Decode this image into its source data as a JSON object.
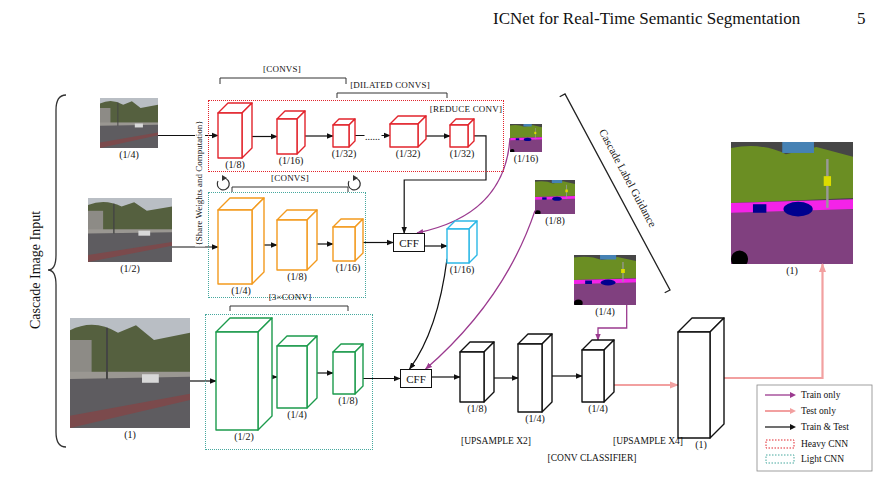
{
  "diagram": {
    "nodes": [
      {
        "text": [
          "(1/4)"
        ]
      },
      {
        "text": [
          "[CONVS]",
          "[DILATED CONVS]",
          "[REDUCE CONV]"
        ]
      },
      {
        "text": [
          "(1/8)"
        ],
        "in": 1
      },
      {
        "text": [
          "(1/16)"
        ],
        "in": 1
      },
      {
        "text": [
          "(1/32)"
        ],
        "in": 1
      },
      {
        "text": [
          "(1/32)"
        ],
        "in": 1
      },
      {
        "text": [
          "(1/32)"
        ],
        "in": 1
      },
      {
        "text": [
          "(1/16)"
        ]
      },
      {
        "text": [
          "(1/2)"
        ]
      },
      {
        "text": [
          "[CONVS]"
        ]
      },
      {
        "text": [
          "(1/4)"
        ],
        "in": 9
      },
      {
        "text": [
          "(1/8)"
        ],
        "in": 9
      },
      {
        "text": [
          "(1/16)"
        ],
        "in": 9
      },
      {
        "text": [
          "CFF"
        ]
      },
      {
        "text": [
          "(1/16)"
        ]
      },
      {
        "text": [
          "(1/8)"
        ]
      },
      {
        "text": [
          "(1/4)"
        ]
      },
      {
        "text": [
          "(1)"
        ]
      },
      {
        "text": [
          "(1)"
        ]
      },
      {
        "text": [
          "[3×CONV]"
        ]
      },
      {
        "text": [
          "(1/2)"
        ],
        "in": 19
      },
      {
        "text": [
          "(1/4)"
        ],
        "in": 19
      },
      {
        "text": [
          "(1/8)"
        ],
        "in": 19
      },
      {
        "text": [
          "CFF"
        ]
      },
      {
        "text": [
          "(1/8)"
        ]
      },
      {
        "text": [
          "(1/4)"
        ]
      },
      {
        "text": [
          "(1/4)"
        ]
      },
      {
        "text": [
          "(1)"
        ]
      }
    ],
    "edges": [
      {
        "from": 0,
        "to": 2,
        "arrow": "to"
      },
      {
        "from": 2,
        "to": 3,
        "arrow": "to"
      },
      {
        "from": 3,
        "to": 4,
        "arrow": "to"
      },
      {
        "from": 4,
        "to": 5,
        "label": "......",
        "arrow": "to"
      },
      {
        "from": 5,
        "to": 6,
        "arrow": "to"
      },
      {
        "from": 6,
        "to": 13,
        "arrow": "to"
      },
      {
        "from": 7,
        "to": 13,
        "arrow": "to"
      },
      {
        "from": 8,
        "to": 10,
        "arrow": "to"
      },
      {
        "from": 10,
        "to": 11,
        "arrow": "to"
      },
      {
        "from": 11,
        "to": 12,
        "arrow": "to"
      },
      {
        "from": 12,
        "to": 13,
        "arrow": "to"
      },
      {
        "from": 13,
        "to": 14,
        "arrow": "to"
      },
      {
        "from": 14,
        "to": 23,
        "arrow": "to"
      },
      {
        "from": 15,
        "to": 23,
        "arrow": "to"
      },
      {
        "from": 18,
        "to": 20,
        "arrow": "to"
      },
      {
        "from": 20,
        "to": 21,
        "arrow": "to"
      },
      {
        "from": 21,
        "to": 22,
        "arrow": "to"
      },
      {
        "from": 22,
        "to": 23,
        "arrow": "to"
      },
      {
        "from": 23,
        "to": 24,
        "arrow": "to"
      },
      {
        "from": 24,
        "to": 25,
        "arrow": "to"
      },
      {
        "from": 25,
        "to": 26,
        "arrow": "to"
      },
      {
        "from": 16,
        "to": 26,
        "arrow": "to"
      },
      {
        "from": 26,
        "to": 27,
        "arrow": "to"
      },
      {
        "from": 27,
        "to": 17,
        "arrow": "to"
      }
    ],
    "labels": [
      "ICNet for Real-Time Semantic Segmentation",
      "5",
      "Cascade Image Input",
      "{Share Weights and Computation}",
      "Cascade Label Guidance",
      "[UPSAMPLE X2]",
      "[CONV CLASSIFIER]",
      "[UPSAMPLE X4]"
    ],
    "legend": [
      {
        "text": "Train only"
      },
      {
        "text": "Test only"
      },
      {
        "text": "Train & Test"
      },
      {
        "text": "Heavy CNN"
      },
      {
        "text": "Light CNN"
      }
    ]
  }
}
